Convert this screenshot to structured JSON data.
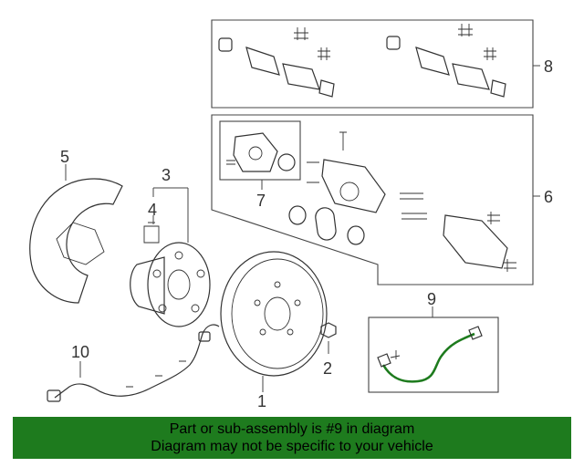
{
  "diagram": {
    "callouts": [
      "1",
      "2",
      "3",
      "4",
      "5",
      "6",
      "7",
      "8",
      "9",
      "10"
    ]
  },
  "banner": {
    "line1": "Part or sub-assembly is #9 in diagram",
    "line2": "Diagram may not be specific to your vehicle",
    "color": "#1e7b1e"
  }
}
